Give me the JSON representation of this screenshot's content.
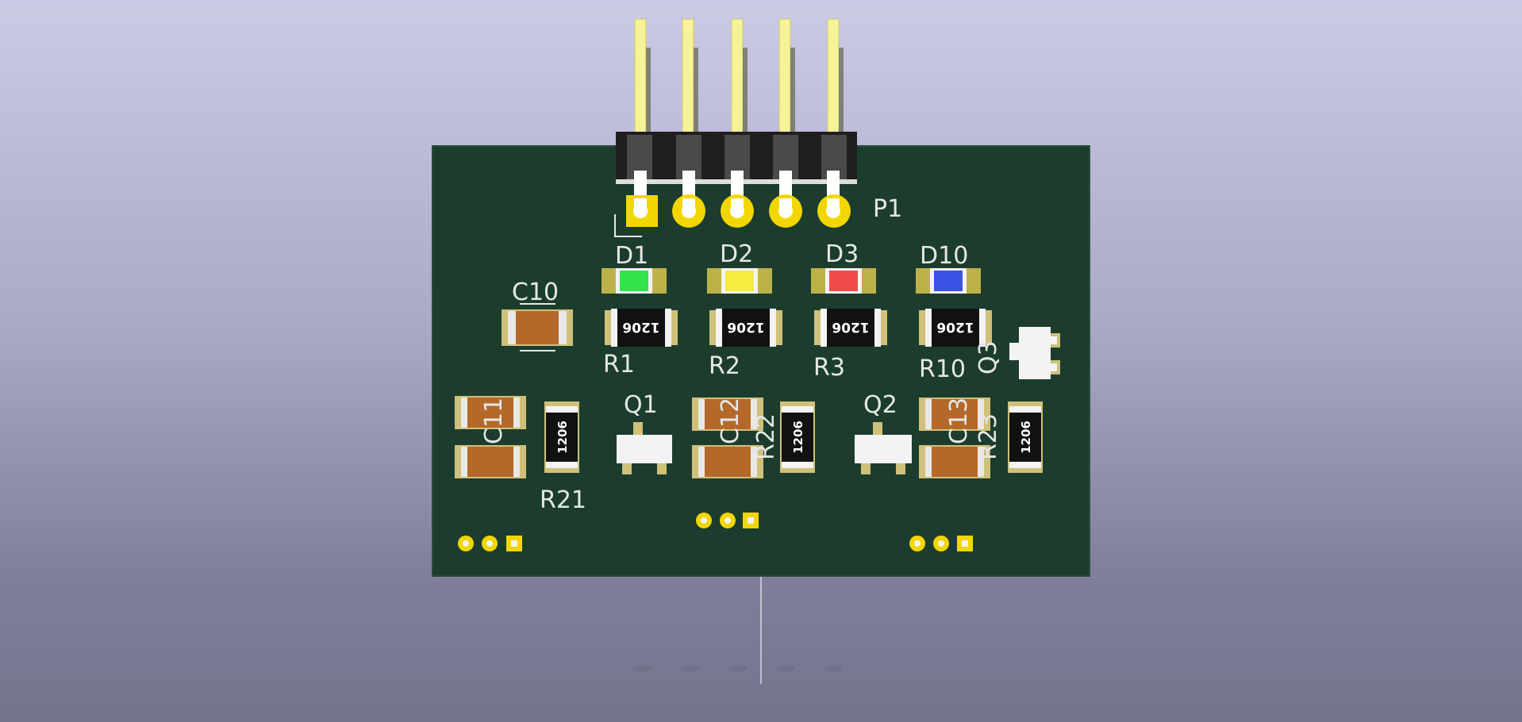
{
  "board": {
    "header_ref": "P1",
    "led_refs": [
      "D1",
      "D2",
      "D3",
      "D10"
    ],
    "led_colors": [
      "#33e34a",
      "#f4ec3e",
      "#f24a4a",
      "#3a52e6"
    ],
    "resistor_refs_top": [
      "R1",
      "R2",
      "R3",
      "R10"
    ],
    "resistor_code": "1206",
    "cap_ref": "C10",
    "transistor_refs": [
      "Q1",
      "Q2",
      "Q3"
    ],
    "resistor_refs_bottom": [
      "R21",
      "R22",
      "R23"
    ],
    "cap_refs_bottom": [
      "C11",
      "C12",
      "C13"
    ]
  },
  "colors": {
    "pcb": "#1c3d2e",
    "pad": "#f2d600",
    "silk": "#e6e6e6",
    "ceramic": "#b4692a"
  }
}
